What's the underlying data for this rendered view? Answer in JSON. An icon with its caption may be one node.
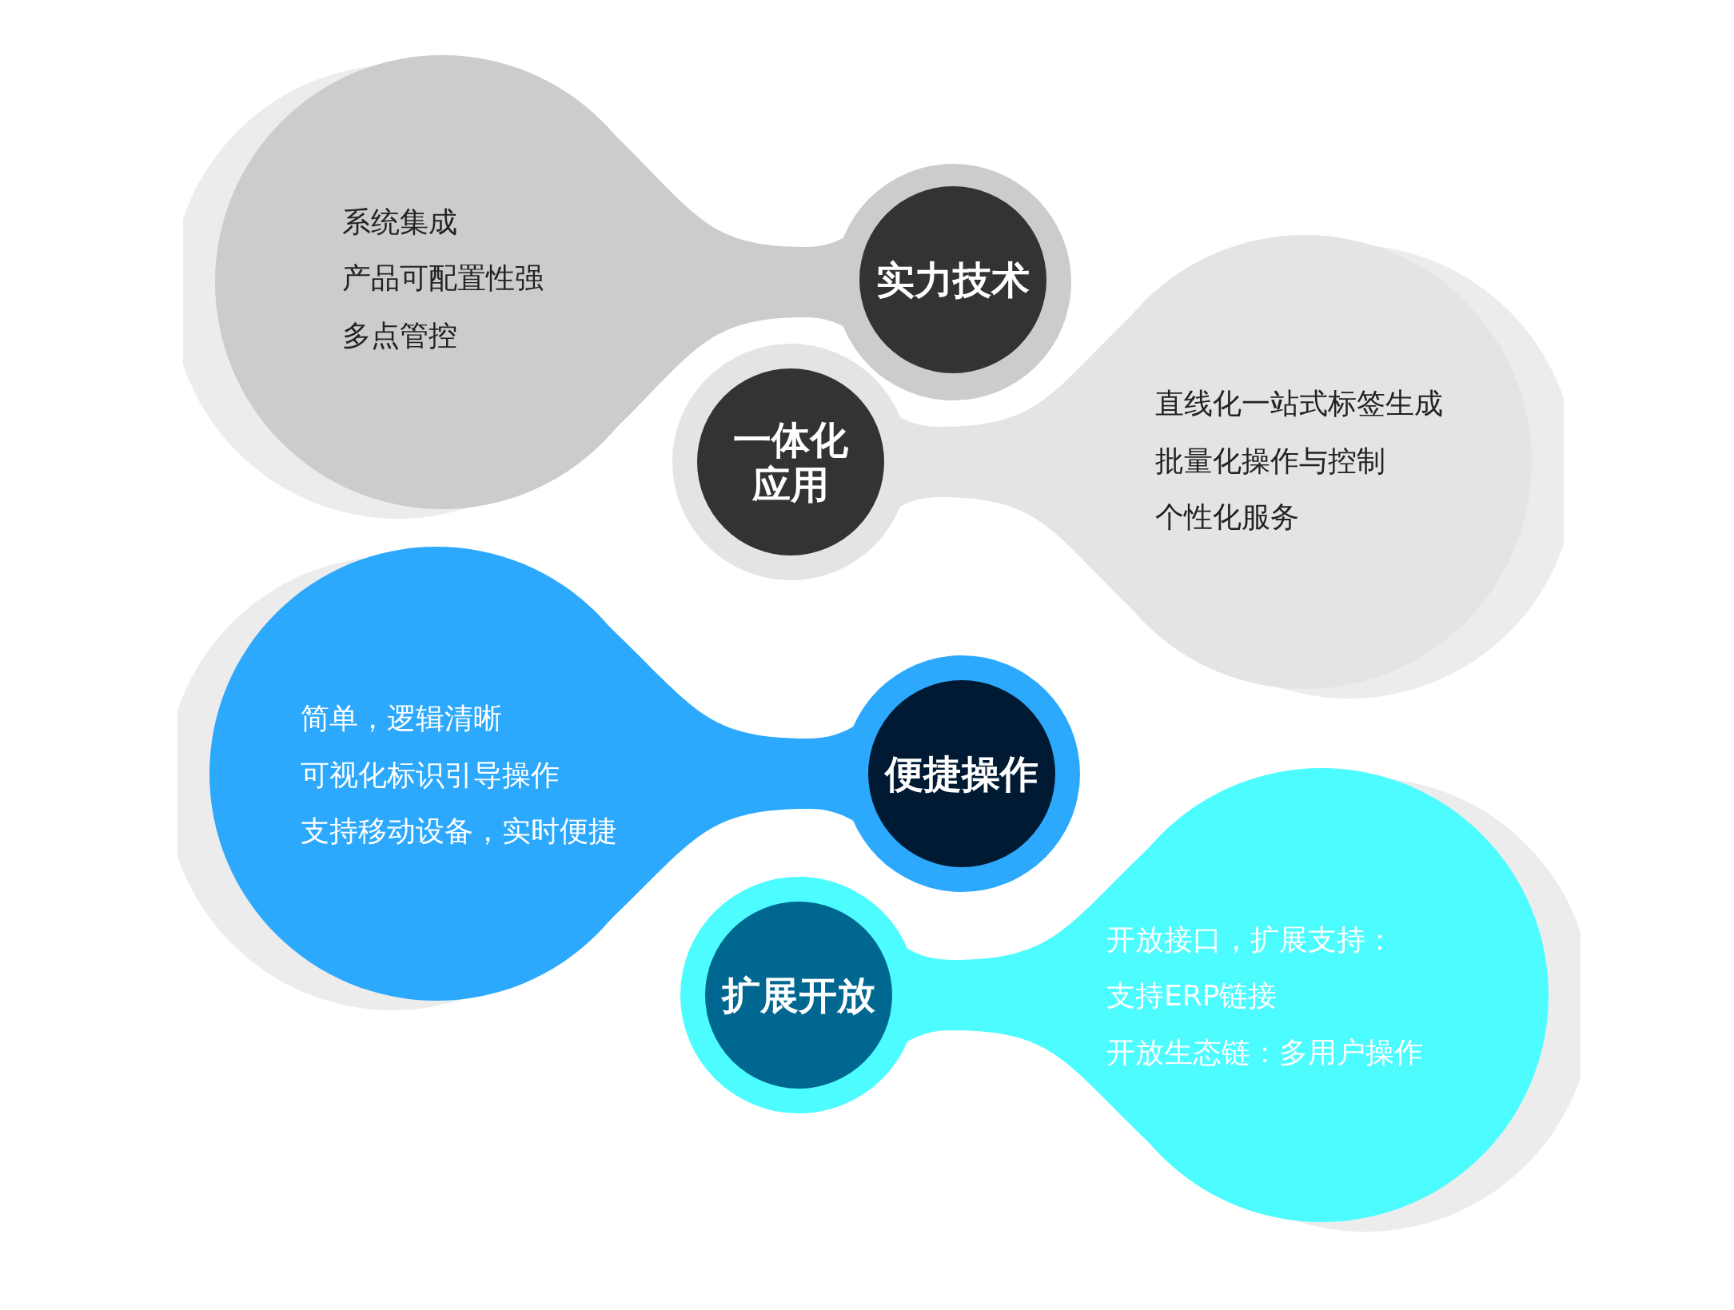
{
  "diagram": {
    "nodes": [
      {
        "text": [
          "系统集成",
          "产品可配置性强",
          "多点管控"
        ]
      },
      {
        "text": [
          "实力技术"
        ]
      },
      {
        "text": [
          "直线化一站式标签生成",
          "批量化操作与控制",
          "个性化服务"
        ]
      },
      {
        "text": [
          "一体化应用"
        ]
      },
      {
        "text": [
          "简单，逻辑清晰",
          "可视化标识引导操作",
          "支持移动设备，实时便捷"
        ]
      },
      {
        "text": [
          "便捷操作"
        ]
      },
      {
        "text": [
          "开放接口，扩展支持：",
          "支持ERP链接",
          "开放生态链：多用户操作"
        ]
      },
      {
        "text": [
          "扩展开放"
        ]
      }
    ]
  }
}
